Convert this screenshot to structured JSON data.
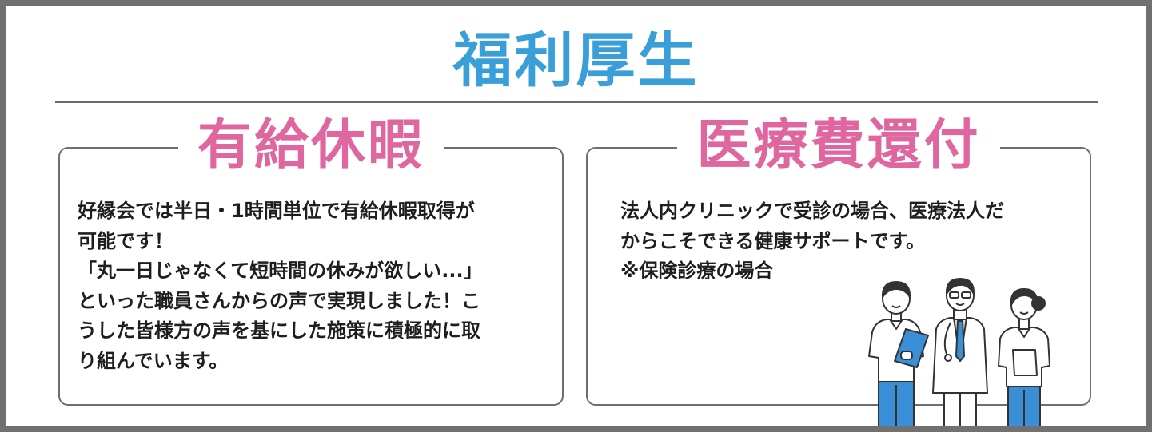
{
  "header": {
    "title": "福利厚生"
  },
  "cards": [
    {
      "title": "有給休暇",
      "lines": [
        "好縁会では半日・1時間単位で有給休暇取得が",
        "可能です！",
        "「丸一日じゃなくて短時間の休みが欲しい...」",
        "といった職員さんからの声で実現しました！こ",
        "うした皆様方の声を基にした施策に積極的に取",
        "り組んでいます。"
      ]
    },
    {
      "title": "医療費還付",
      "lines": [
        "法人内クリニックで受診の場合、医療法人だ",
        "からこそできる健康サポートです。",
        "※保険診療の場合"
      ]
    }
  ],
  "colors": {
    "title_blue": "#3a9fd8",
    "card_title_pink": "#e066a0",
    "scrub_blue": "#3a8fd6",
    "frame_gray": "#707070"
  },
  "illustration": {
    "icon": "medical-staff-icon"
  }
}
